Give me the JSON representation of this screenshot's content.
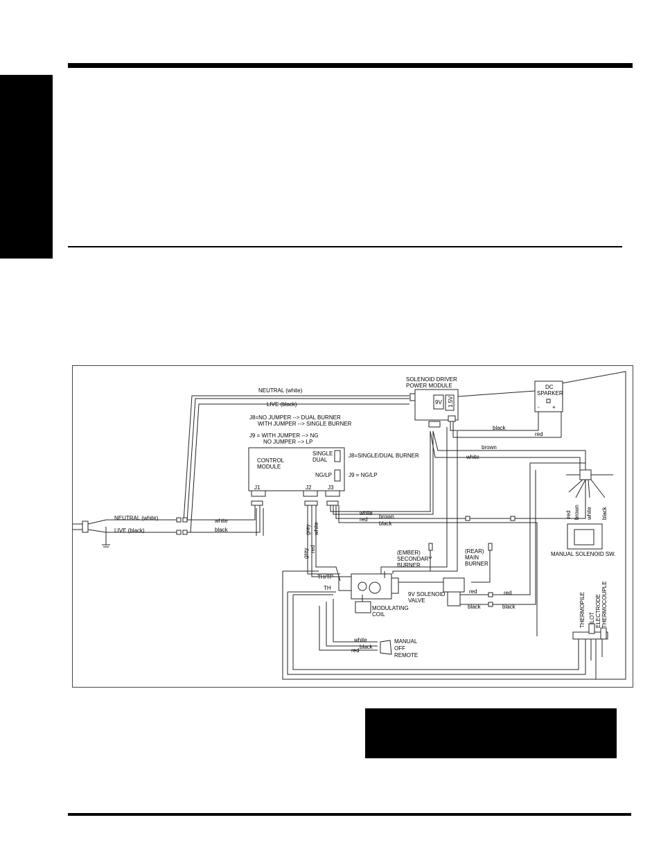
{
  "diagram": {
    "labels": {
      "neutral_top": "NEUTRAL (white)",
      "live_top": "LIVE (black)",
      "solenoid_driver_1": "SOLENOID DRIVER",
      "solenoid_driver_2": "POWER MODULE",
      "v9": "9V",
      "v15": "1.5V",
      "dc_1": "DC",
      "dc_2": "SPARKER",
      "dc_minus": "-",
      "dc_plus": "+",
      "j8_note_1": "J8=NO JUMPER --> DUAL BURNER",
      "j8_note_2": "WITH JUMPER --> SINGLE BURNER",
      "j9_note_1": "J9 = WITH JUMPER --> NG",
      "j9_note_2": "NO JUMPER --> LP",
      "control_1": "CONTROL",
      "control_2": "MODULE",
      "single": "SINGLE",
      "dual": "DUAL",
      "nglp": "NG/LP",
      "j8_label": "J8=SINGLE/DUAL BURNER",
      "j9_label": "J9 = NG/LP",
      "j1": "J1",
      "j2": "J2",
      "j3": "J3",
      "neutral_plug": "NEUTRAL (white)",
      "live_plug": "LIVE (black)",
      "white_1": "white",
      "black_1": "black",
      "white_j3": "white",
      "brown_j3": "brown",
      "red_j3": "red",
      "black_j3": "black",
      "black_sp": "black",
      "red_sp": "red",
      "brown_main": "brown",
      "white_main": "white",
      "grey_1": "grey",
      "white_2": "white",
      "grey_2": "grey",
      "red_2": "red",
      "sw_red": "red",
      "sw_brown": "brown",
      "sw_white": "white",
      "sw_black": "black",
      "manual_sw": "MANUAL SOLENOID SW.",
      "ember_1": "(EMBER)",
      "ember_2": "SECONDARY",
      "ember_3": "BURNER",
      "rear_1": "(REAR)",
      "rear_2": "MAIN",
      "rear_3": "BURNER",
      "thtp": "TH/TP",
      "th": "TH",
      "sol9v_1": "9V SOLENOID",
      "sol9v_2": "VALVE",
      "red_v1": "red",
      "red_v2": "red",
      "black_v1": "black",
      "black_v2": "black",
      "mod_1": "MODULATING",
      "mod_2": "COIL",
      "thermopile": "THERMOPILE",
      "pilot": "PILOT",
      "electrode": "ELECTRODE",
      "thermocouple": "THERMOCOUPLE",
      "white_r": "white",
      "black_r": "black",
      "red_r": "red",
      "manual": "MANUAL",
      "off": "OFF",
      "remote": "REMOTE"
    }
  }
}
